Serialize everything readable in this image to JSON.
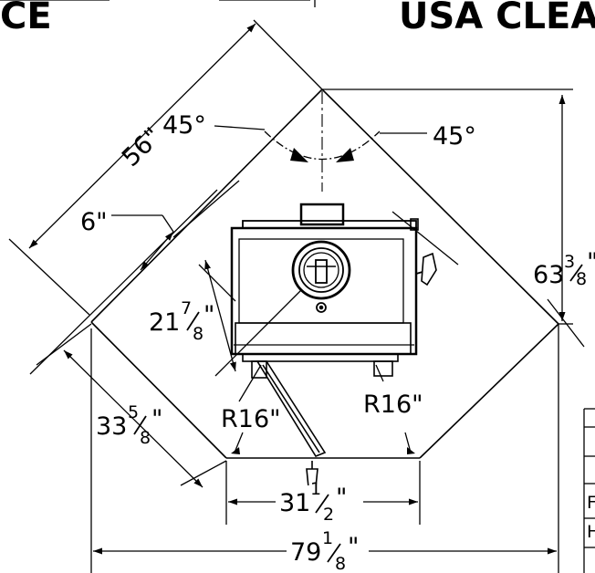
{
  "header": {
    "left_title": "CE",
    "right_title": "USA CLEA"
  },
  "dimensions": {
    "depth_56": "56\"",
    "angle_left": "45°",
    "angle_right": "45°",
    "clearance_6": "6\"",
    "height_63_whole": "63",
    "height_63_num": "3",
    "height_63_den": "8",
    "height_63_unit": "\"",
    "depth_21_whole": "21",
    "depth_21_num": "7",
    "depth_21_den": "8",
    "depth_21_unit": "\"",
    "side_33_whole": "33",
    "side_33_num": "5",
    "side_33_den": "8",
    "side_33_unit": "\"",
    "radius_left": "R16\"",
    "radius_right": "R16\"",
    "front_31_whole": "31",
    "front_31_num": "1",
    "front_31_den": "2",
    "front_31_unit": "\"",
    "width_79_whole": "79",
    "width_79_num": "1",
    "width_79_den": "8",
    "width_79_unit": "\""
  },
  "table": {
    "row1_label": "F",
    "row2_label": "H"
  }
}
